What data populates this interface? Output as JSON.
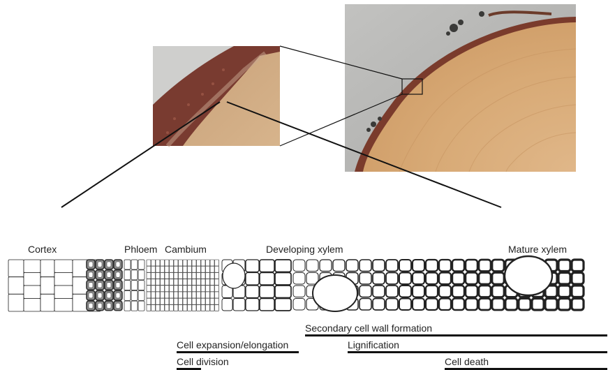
{
  "labels": {
    "cortex": "Cortex",
    "phloem": "Phloem",
    "cambium": "Cambium",
    "developing_xylem": "Developing xylem",
    "mature_xylem": "Mature xylem"
  },
  "phases": {
    "secondary_wall": "Secondary cell wall formation",
    "expansion": "Cell expansion/elongation",
    "lignification": "Lignification",
    "division": "Cell division",
    "death": "Cell death"
  },
  "colors": {
    "bark": "#8a4a3a",
    "wood": "#d9ac7c",
    "background_grey": "#b9b9b7",
    "phloem_fill": "#8d8d8d",
    "line": "#111111"
  }
}
